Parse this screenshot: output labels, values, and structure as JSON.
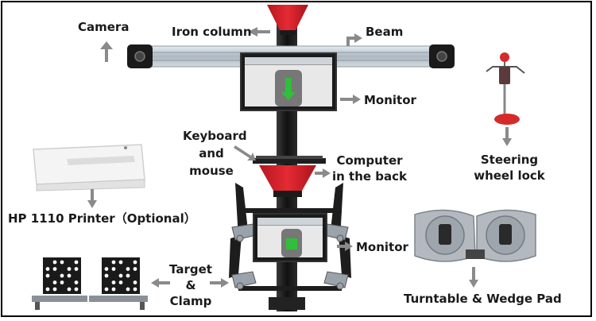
{
  "labels": {
    "camera": "Camera",
    "iron_column": "Iron column",
    "beam": "Beam",
    "monitor_top": "Monitor",
    "keyboard": "Keyboard",
    "and": "and",
    "mouse": "mouse",
    "computer": "Computer",
    "in_the_back": "in the back",
    "steering": "Steering",
    "wheel_lock": "wheel lock",
    "printer": "HP 1110 Printer（Optional）",
    "monitor_bottom": "Monitor",
    "target": "Target",
    "amp": "&",
    "clamp": "Clamp",
    "turntable": "Turntable & Wedge Pad"
  },
  "colors": {
    "column": "#1c1c1c",
    "funnel_red": "#d9202a",
    "beam": "#b9c3cc",
    "arrow_gray": "#8a8a8a",
    "screen_green": "#2fbf3a",
    "label_text": "#1a1a1a"
  },
  "icons": [
    "camera-icon",
    "printer-icon",
    "steering-wheel-lock-icon",
    "turntable-icon",
    "target-icon",
    "clamp-icon",
    "monitor-icon",
    "keyboard-icon"
  ]
}
